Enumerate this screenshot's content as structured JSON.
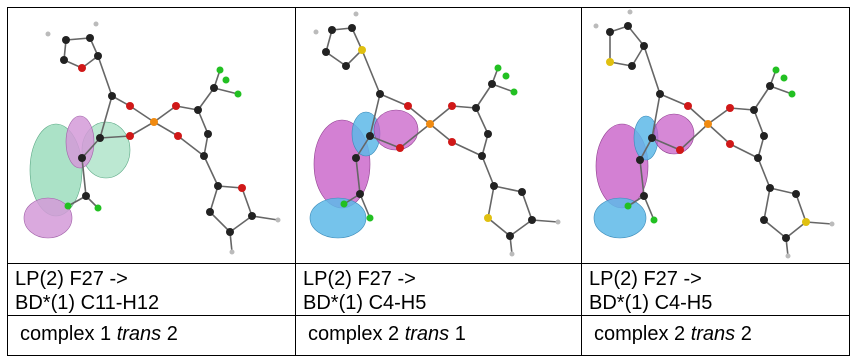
{
  "columns": [
    {
      "line1": "LP(2) F27 ->",
      "line2": "BD*(1) C11-H12",
      "caption_pre": "complex 1 ",
      "caption_em": "trans",
      "caption_post": " 2",
      "orbital_colors": [
        "#8fd8b4",
        "#d49ad8"
      ]
    },
    {
      "line1": "LP(2) F27 ->",
      "line2": "BD*(1) C4-H5",
      "caption_pre": "complex 2 ",
      "caption_em": "trans",
      "caption_post": " 1",
      "orbital_colors": [
        "#5db8e8",
        "#c860c8"
      ]
    },
    {
      "line1": "LP(2) F27 ->",
      "line2": "BD*(1) C4-H5",
      "caption_pre": "complex 2 ",
      "caption_em": "trans",
      "caption_post": " 2",
      "orbital_colors": [
        "#5db8e8",
        "#c860c8"
      ]
    }
  ],
  "atom_colors": {
    "carbon": "#222222",
    "oxygen": "#d01818",
    "fluorine": "#22c022",
    "sulfur": "#e0c010",
    "metal": "#f08a10",
    "hydrogen": "#bbbbbb"
  }
}
